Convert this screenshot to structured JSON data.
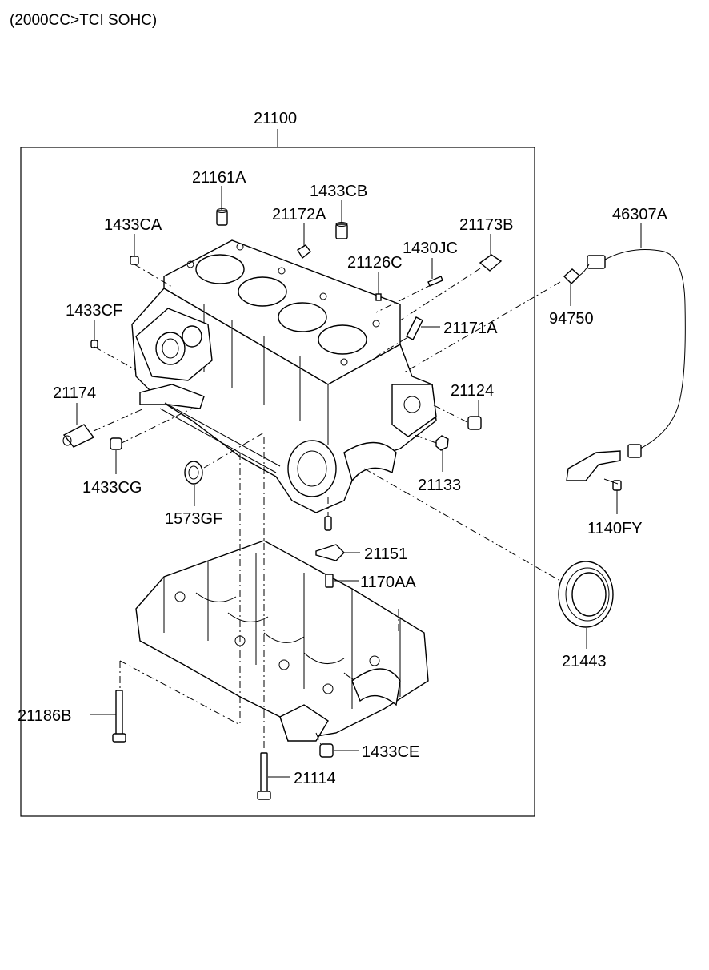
{
  "header": {
    "title": "(2000CC>TCI SOHC)"
  },
  "assembly": {
    "label": "21100"
  },
  "parts": [
    {
      "id": "p-21161A",
      "label": "21161A"
    },
    {
      "id": "p-1433CB",
      "label": "1433CB"
    },
    {
      "id": "p-21172A",
      "label": "21172A"
    },
    {
      "id": "p-1433CA",
      "label": "1433CA"
    },
    {
      "id": "p-21173B",
      "label": "21173B"
    },
    {
      "id": "p-1430JC",
      "label": "1430JC"
    },
    {
      "id": "p-21126C",
      "label": "21126C"
    },
    {
      "id": "p-1433CF",
      "label": "1433CF"
    },
    {
      "id": "p-21171A",
      "label": "21171A"
    },
    {
      "id": "p-21174",
      "label": "21174"
    },
    {
      "id": "p-21124",
      "label": "21124"
    },
    {
      "id": "p-1433CG",
      "label": "1433CG"
    },
    {
      "id": "p-21133",
      "label": "21133"
    },
    {
      "id": "p-1573GF",
      "label": "1573GF"
    },
    {
      "id": "p-21151",
      "label": "21151"
    },
    {
      "id": "p-1170AA",
      "label": "1170AA"
    },
    {
      "id": "p-21443",
      "label": "21443"
    },
    {
      "id": "p-21186B",
      "label": "21186B"
    },
    {
      "id": "p-1433CE",
      "label": "1433CE"
    },
    {
      "id": "p-21114",
      "label": "21114"
    },
    {
      "id": "p-46307A",
      "label": "46307A"
    },
    {
      "id": "p-94750",
      "label": "94750"
    },
    {
      "id": "p-1140FY",
      "label": "1140FY"
    }
  ]
}
